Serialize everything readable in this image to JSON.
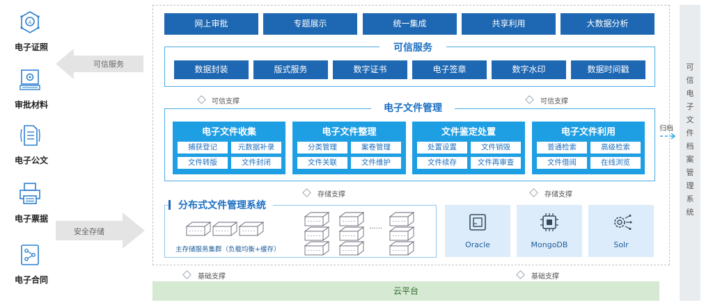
{
  "left_items": [
    {
      "label": "电子证照",
      "icon": "badge-icon"
    },
    {
      "label": "审批材料",
      "icon": "gear-monitor-icon"
    },
    {
      "label": "电子公文",
      "icon": "document-icon"
    },
    {
      "label": "电子票据",
      "icon": "printer-icon"
    },
    {
      "label": "电子合同",
      "icon": "contract-network-icon"
    }
  ],
  "arrows": {
    "trusted_service": "可信服务",
    "secure_storage": "安全存储"
  },
  "top_row": [
    "网上审批",
    "专题展示",
    "统一集成",
    "共享利用",
    "大数据分析"
  ],
  "trusted": {
    "title": "可信服务",
    "items": [
      "数据封装",
      "版式服务",
      "数字证书",
      "电子签章",
      "数字水印",
      "数据时间戳"
    ]
  },
  "support_labels": {
    "trusted": "可信支撑",
    "storage": "存储支撑",
    "base": "基础支撑",
    "archive": "归档"
  },
  "efm": {
    "title": "电子文件管理",
    "cards": [
      {
        "title": "电子文件收集",
        "chips": [
          "捕获登记",
          "元数据补录",
          "文件转版",
          "文件封闭"
        ]
      },
      {
        "title": "电子文件整理",
        "chips": [
          "分类管理",
          "案卷管理",
          "文件关联",
          "文件维护"
        ]
      },
      {
        "title": "文件鉴定处置",
        "chips": [
          "处置设置",
          "文件销毁",
          "文件续存",
          "文件再审查"
        ]
      },
      {
        "title": "电子文件利用",
        "chips": [
          "普通检索",
          "高级检索",
          "文件借阅",
          "在线浏览"
        ]
      }
    ]
  },
  "dfs": {
    "title": "分布式文件管理系统",
    "cluster_label": "主存储服务集群（负载均衡+缓存）",
    "ellipsis": "......"
  },
  "databases": [
    {
      "name": "Oracle",
      "icon": "chip-icon"
    },
    {
      "name": "MongoDB",
      "icon": "processor-icon"
    },
    {
      "name": "Solr",
      "icon": "gear-network-icon"
    }
  ],
  "cloud": "云平台",
  "right_bar": "可信电子文件档案管理系统",
  "colors": {
    "primary": "#1e67b2",
    "card": "#1e9ee3",
    "panel_border": "#4aa9e0",
    "cloud": "#d5e9d3",
    "db_box": "#dcecfa"
  }
}
